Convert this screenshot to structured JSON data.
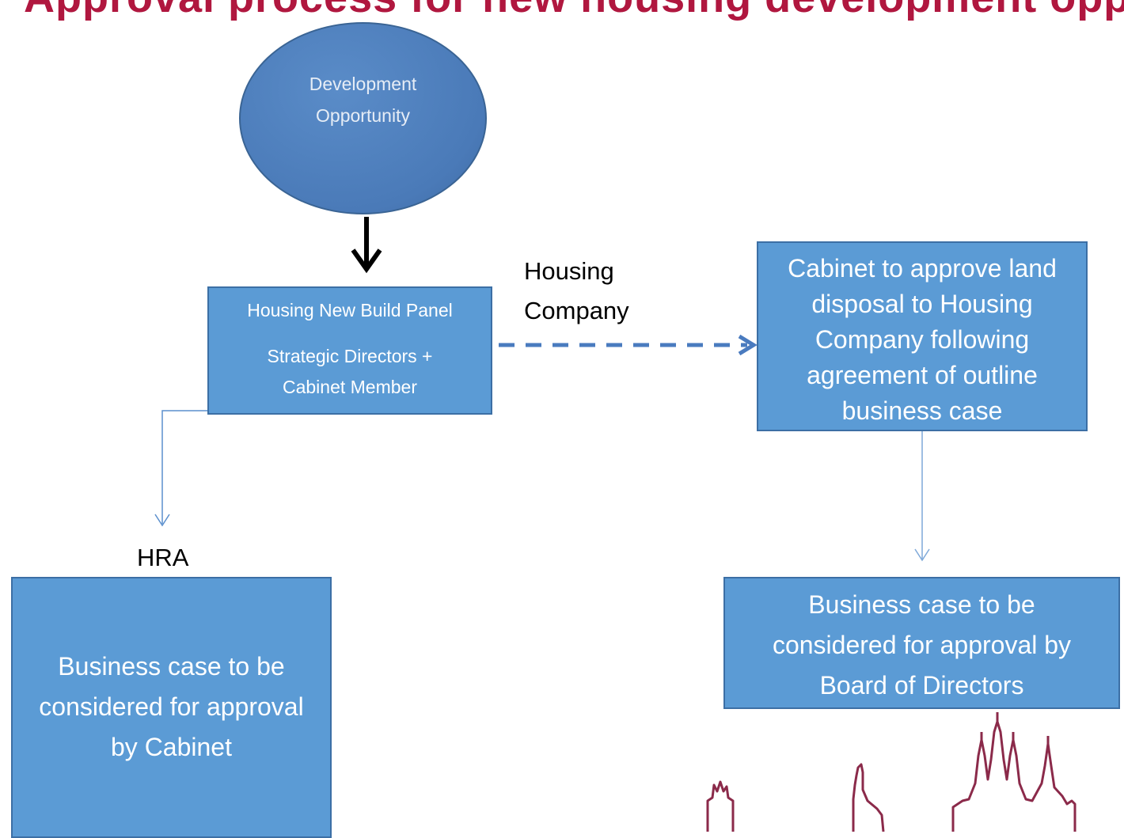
{
  "header": {
    "title": "Approval process for new housing development opportunity"
  },
  "nodes": {
    "development": {
      "lines": [
        "Development",
        "Opportunity"
      ]
    },
    "panel": {
      "title": "Housing New Build Panel",
      "lines": [
        "Strategic Directors  +",
        "Cabinet Member"
      ]
    },
    "cabinet_land": {
      "lines": [
        "Cabinet to approve land",
        "disposal to Housing",
        "Company following",
        "agreement of outline",
        "business case"
      ]
    },
    "board": {
      "lines": [
        "Business case  to be",
        "considered for approval by",
        "Board of Directors"
      ]
    },
    "hra_case": {
      "lines": [
        "Business case  to be",
        "considered for approval",
        "by Cabinet"
      ]
    }
  },
  "labels": {
    "housing_company": [
      "Housing",
      "Company"
    ],
    "hra": "HRA"
  },
  "colors": {
    "box_fill": "#5b9bd5",
    "circle_fill": "#4a7ab8",
    "connector": "#5b8fcd",
    "dashed_arrow": "#4a7bbf",
    "title_red": "#b0173f",
    "logo": "#8b2a4a"
  },
  "icons": [
    "down-arrow-icon",
    "dashed-right-arrow-icon",
    "logo-spires-icon"
  ]
}
